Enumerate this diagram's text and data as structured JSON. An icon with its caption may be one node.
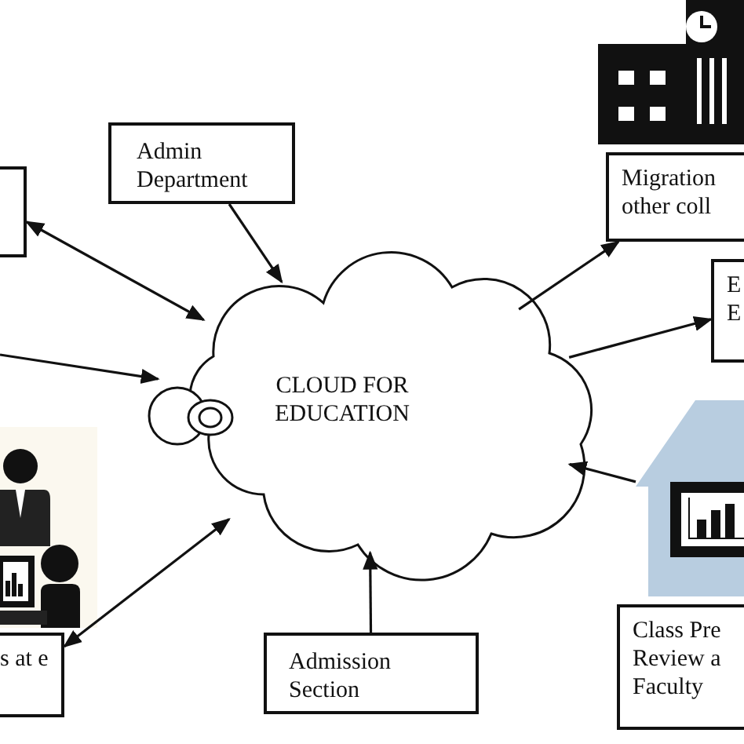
{
  "diagram": {
    "nodes": [
      {
        "text": [],
        "shape": "box"
      },
      {
        "text": [
          "Admin Department"
        ]
      },
      {
        "text": [
          "CLOUD FOR EDUCATION"
        ]
      },
      {
        "text": [
          "Migration other coll"
        ]
      },
      {
        "text": [
          "E E"
        ]
      },
      {
        "text": [],
        "shape": "picture"
      },
      {
        "text": [
          "s at e"
        ]
      },
      {
        "text": [
          "Admission Section"
        ]
      },
      {
        "text": [
          "Class Pre Review a Faculty"
        ]
      }
    ],
    "edges": [
      {
        "from": 0,
        "to": 2,
        "arrow": "both"
      },
      {
        "from": 1,
        "to": 2,
        "arrow": "to"
      },
      {
        "from": null,
        "to": 2,
        "arrow": "to"
      },
      {
        "from": 2,
        "to": 3,
        "arrow": "to"
      },
      {
        "from": 2,
        "to": 4,
        "arrow": "to"
      },
      {
        "from": 5,
        "to": 2,
        "arrow": "to"
      },
      {
        "from": 6,
        "to": 2,
        "arrow": "both"
      },
      {
        "from": 7,
        "to": 2,
        "arrow": "to"
      }
    ]
  }
}
